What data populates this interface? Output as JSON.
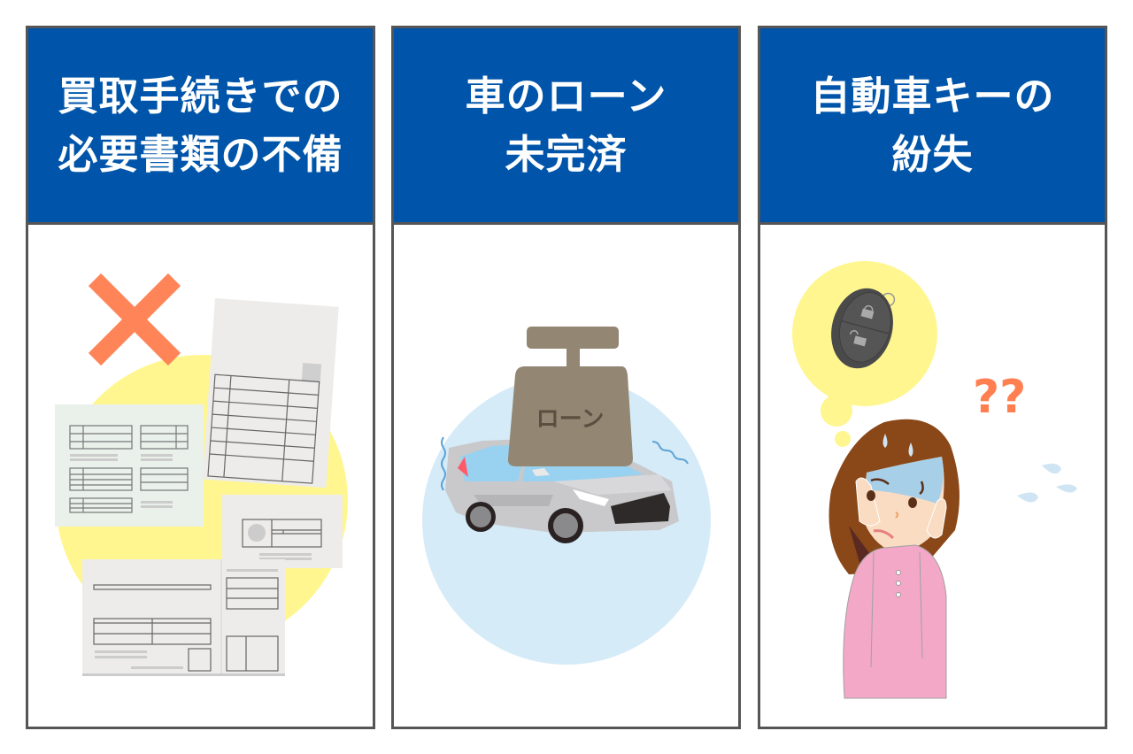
{
  "panels": [
    {
      "id": "documents",
      "title_lines": [
        "買取手続きでの",
        "必要書類の不備"
      ],
      "illustration": "incomplete-documents-with-x-mark"
    },
    {
      "id": "loan",
      "title_lines": [
        "車のローン",
        "未完済"
      ],
      "illustration": "loan-weight-on-car",
      "weight_label": "ローン"
    },
    {
      "id": "key",
      "title_lines": [
        "自動車キーの",
        "紛失"
      ],
      "illustration": "worried-woman-lost-car-key",
      "question_marks": "??"
    }
  ],
  "colors": {
    "header_bg": "#0055aa",
    "header_text": "#ffffff",
    "border": "#555555",
    "x_mark": "#ff7f50",
    "yellow_circle": "#fff68f",
    "blue_circle": "#d5ebf8",
    "weight": "#938672",
    "weight_text": "#5a4f40",
    "question": "#ff7f50",
    "shirt": "#f3a8c8",
    "hair": "#8a4718"
  }
}
